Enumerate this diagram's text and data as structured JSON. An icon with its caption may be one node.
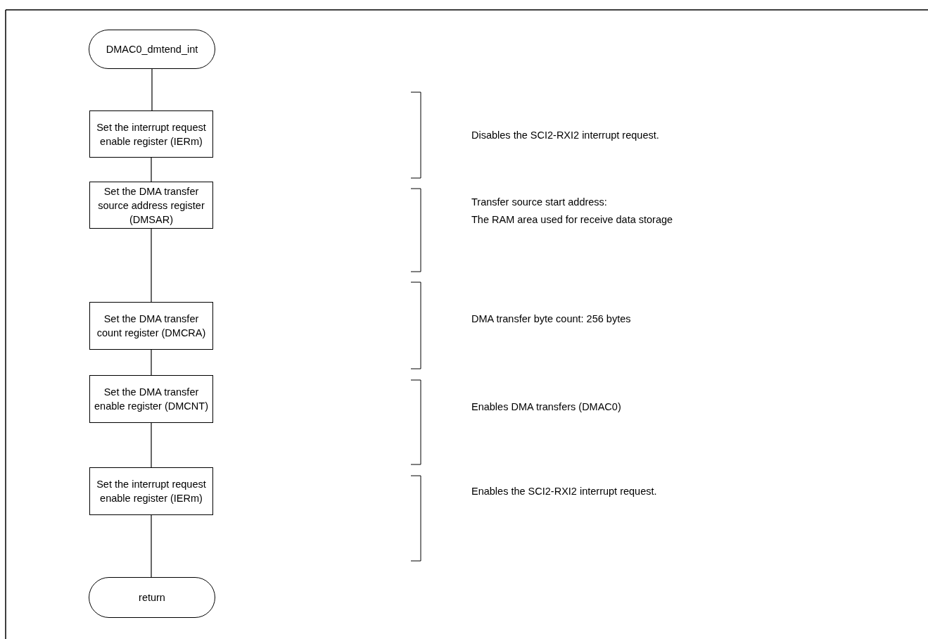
{
  "diagram": {
    "nodes": [
      {
        "text": [
          "DMAC0_dmtend_int"
        ]
      },
      {
        "text": [
          "Set the interrupt request enable register (IERm)"
        ]
      },
      {
        "text": [
          "Set the DMA transfer source address register (DMSAR)"
        ]
      },
      {
        "text": [
          "Set the DMA transfer count register (DMCRA)"
        ]
      },
      {
        "text": [
          "Set the DMA transfer enable register (DMCNT)"
        ]
      },
      {
        "text": [
          "Set the interrupt request enable register (IERm)"
        ]
      },
      {
        "text": [
          "return"
        ]
      }
    ],
    "edges": [
      {
        "from": 0,
        "to": 1,
        "arrow": "none"
      },
      {
        "from": 1,
        "to": 2,
        "arrow": "none"
      },
      {
        "from": 2,
        "to": 3,
        "arrow": "none"
      },
      {
        "from": 3,
        "to": 4,
        "arrow": "none"
      },
      {
        "from": 4,
        "to": 5,
        "arrow": "none"
      },
      {
        "from": 5,
        "to": 6,
        "arrow": "none"
      }
    ],
    "labels": [
      "Disables the SCI2-RXI2 interrupt request.",
      "Transfer source start address:",
      "The RAM area used for receive data storage",
      "DMA transfer byte count: 256 bytes",
      "Enables DMA transfers (DMAC0)",
      "Enables the SCI2-RXI2 interrupt request."
    ]
  }
}
